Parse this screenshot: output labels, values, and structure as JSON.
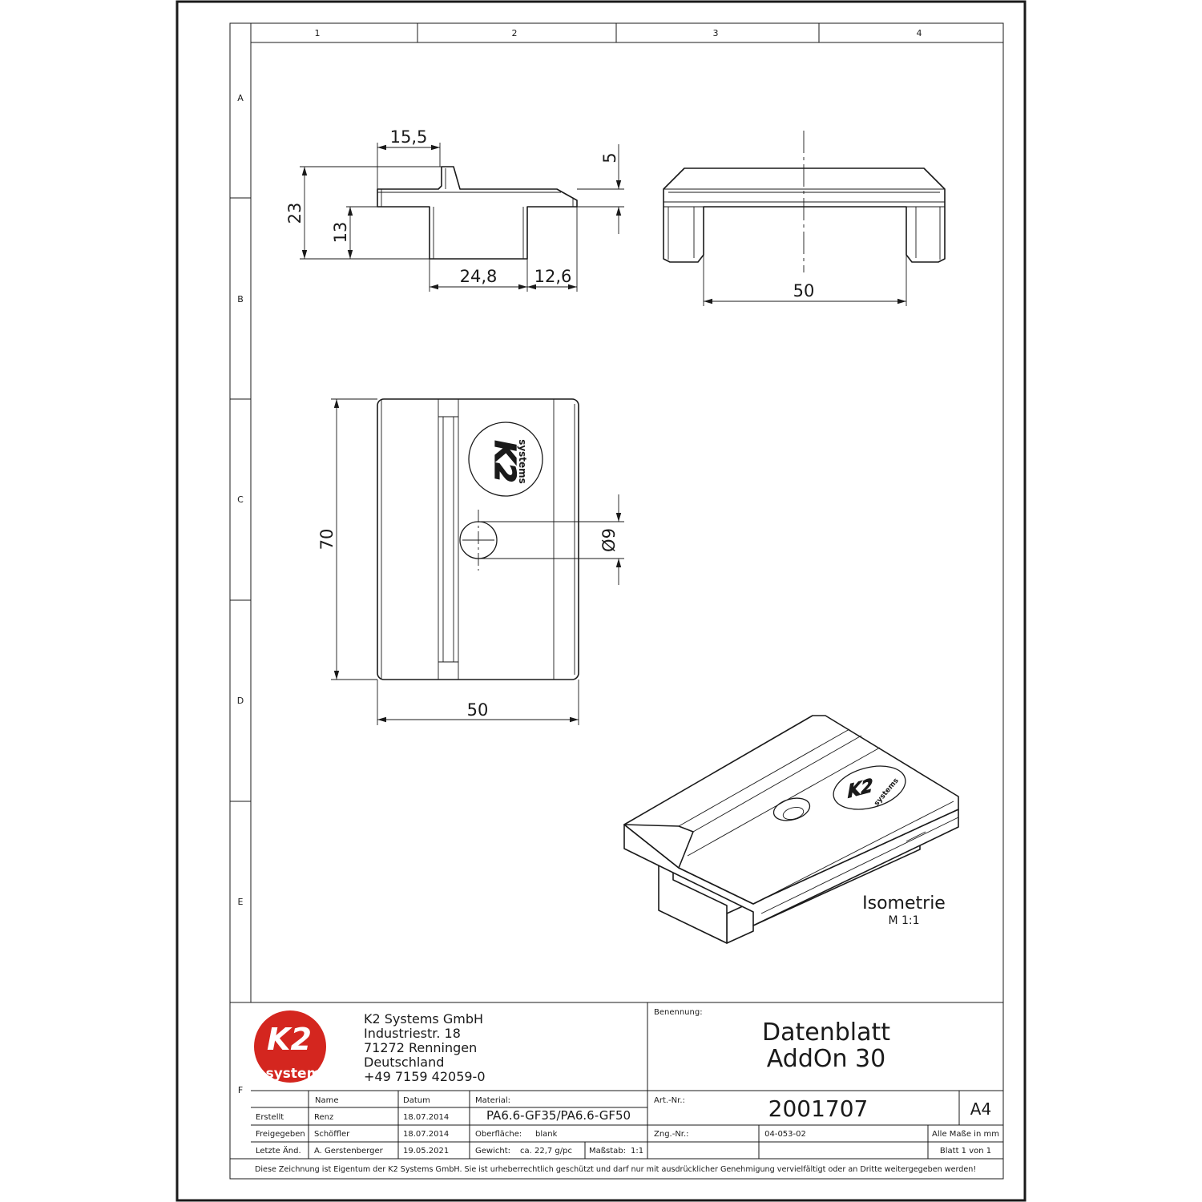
{
  "zones": {
    "columns": [
      "1",
      "2",
      "3",
      "4"
    ],
    "rows": [
      "A",
      "B",
      "C",
      "D",
      "E",
      "F"
    ]
  },
  "dimensions": {
    "side_width_top": "15,5",
    "side_height_total": "23",
    "side_height_lower": "13",
    "side_top_step": "5",
    "side_bottom_slot": "24,8",
    "side_bottom_right": "12,6",
    "front_slot_width": "50",
    "top_length": "70",
    "top_width": "50",
    "hole_diameter": "Ø9"
  },
  "views": {
    "iso_title": "Isometrie",
    "iso_scale": "M 1:1",
    "logo_stamp_brand": "K2",
    "logo_stamp_sub": "systems"
  },
  "title_block": {
    "company": {
      "name": "K2 Systems GmbH",
      "street": "Industriestr. 18",
      "city": "71272 Renningen",
      "country": "Deutschland",
      "phone": "+49 7159 42059-0"
    },
    "logo_brand": "K2",
    "logo_sub": "systems",
    "benennung_label": "Benennung:",
    "title_line1": "Datenblatt",
    "title_line2": "AddOn 30",
    "headers": {
      "name": "Name",
      "datum": "Datum"
    },
    "rows": [
      {
        "role": "Erstellt",
        "name": "Renz",
        "date": "18.07.2014"
      },
      {
        "role": "Freigegeben",
        "name": "Schöffler",
        "date": "18.07.2014"
      },
      {
        "role": "Letzte Änd.",
        "name": "A. Gerstenberger",
        "date": "19.05.2021"
      }
    ],
    "material_label": "Material:",
    "material_value": "PA6.6-GF35/PA6.6-GF50",
    "oberflaeche_label": "Oberfläche:",
    "oberflaeche_value": "blank",
    "gewicht_label": "Gewicht:",
    "gewicht_value": "ca. 22,7 g/pc",
    "massstab_label": "Maßstab:",
    "massstab_value": "1:1",
    "artnr_label": "Art.-Nr.:",
    "artnr_value": "2001707",
    "format": "A4",
    "zngnr_label": "Zng.-Nr.:",
    "zngnr_value": "04-053-02",
    "units_note": "Alle Maße in mm",
    "sheet_info": "Blatt 1 von 1",
    "notice": "Diese Zeichnung ist Eigentum der K2 Systems GmbH. Sie ist urheberrechtlich geschützt und darf nur mit ausdrücklicher Genehmigung vervielfältigt oder an Dritte weitergegeben werden!"
  },
  "colors": {
    "ink": "#1a1a1a",
    "logo_red": "#d4261f",
    "paper": "#ffffff"
  }
}
